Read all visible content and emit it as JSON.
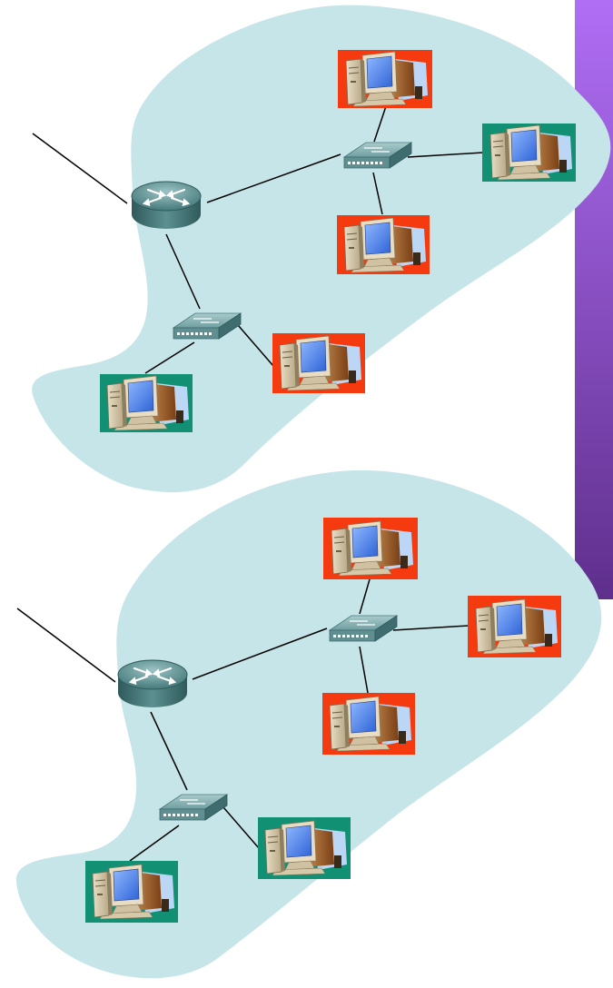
{
  "diagram": {
    "colors": {
      "cloud_fill": "#c6e5e8",
      "side_bar_top": "#b06ef5",
      "side_bar_bottom": "#5f2f8c",
      "pc_bg_red": "#f53a10",
      "pc_bg_green": "#129074",
      "cable": "#000000",
      "router_body": "#4f8586",
      "switch_body": "#6f9ea0",
      "monitor_screen": "#4d86f0"
    },
    "networks": [
      {
        "name": "top-network",
        "router": "router-icon",
        "switches": [
          "switch-icon",
          "switch-icon"
        ],
        "hosts": [
          {
            "icon": "computer-icon",
            "highlight": "red"
          },
          {
            "icon": "computer-icon",
            "highlight": "green"
          },
          {
            "icon": "computer-icon",
            "highlight": "red"
          },
          {
            "icon": "computer-icon",
            "highlight": "red"
          },
          {
            "icon": "computer-icon",
            "highlight": "green"
          }
        ]
      },
      {
        "name": "bottom-network",
        "router": "router-icon",
        "switches": [
          "switch-icon",
          "switch-icon"
        ],
        "hosts": [
          {
            "icon": "computer-icon",
            "highlight": "red"
          },
          {
            "icon": "computer-icon",
            "highlight": "red"
          },
          {
            "icon": "computer-icon",
            "highlight": "red"
          },
          {
            "icon": "computer-icon",
            "highlight": "green"
          },
          {
            "icon": "computer-icon",
            "highlight": "green"
          }
        ]
      }
    ]
  }
}
